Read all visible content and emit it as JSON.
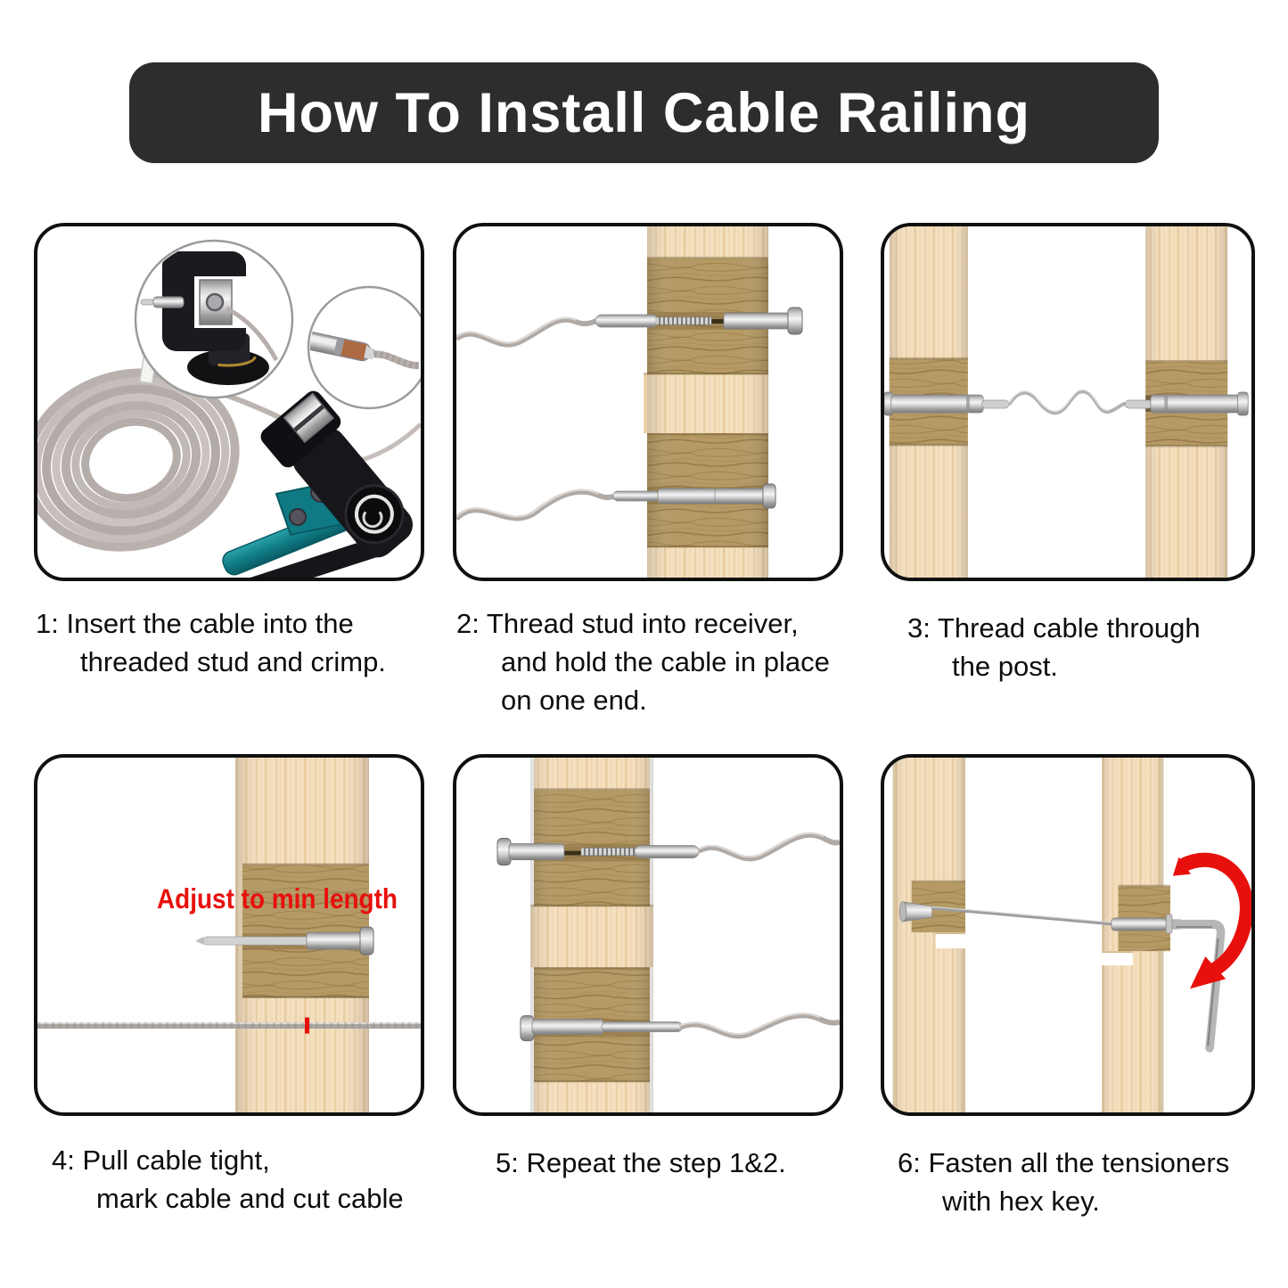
{
  "banner": {
    "title": "How To Install Cable Railing"
  },
  "steps": [
    {
      "name": "step-1",
      "lines": [
        "1: Insert the cable into the",
        "threaded stud and crimp."
      ]
    },
    {
      "name": "step-2",
      "lines": [
        "2: Thread stud into receiver,",
        "and hold the cable in place",
        "on one end."
      ]
    },
    {
      "name": "step-3",
      "lines": [
        "3: Thread cable through",
        "the post."
      ]
    },
    {
      "name": "step-4",
      "lines": [
        "4: Pull cable tight,",
        "mark cable and cut cable"
      ],
      "overlay_label": "Adjust to min length"
    },
    {
      "name": "step-5",
      "lines": [
        "5: Repeat the step 1&2."
      ]
    },
    {
      "name": "step-6",
      "lines": [
        "6: Fasten all the tensioners",
        "with hex key."
      ]
    }
  ],
  "colors": {
    "banner_bg": "#2d2d2f",
    "banner_text": "#ffffff",
    "panel_border": "#101010",
    "caption_text": "#0d0d0d",
    "accent_red": "#e8100c",
    "wood_light": "#f4dfbf",
    "wood_dark": "#b59a66",
    "metal": "#cfcfcf",
    "cable_gray": "#b3aba8",
    "tool_teal": "#0f7a84"
  }
}
